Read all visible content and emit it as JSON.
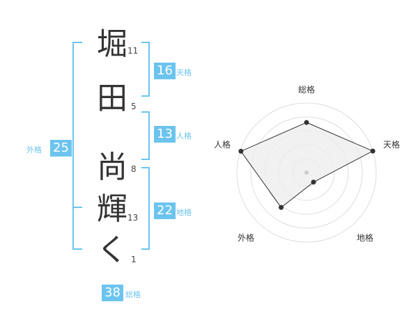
{
  "name_chars": [
    {
      "char": "堀",
      "strokes": "11"
    },
    {
      "char": "田",
      "strokes": "5"
    },
    {
      "char": "尚",
      "strokes": "8"
    },
    {
      "char": "輝",
      "strokes": "13"
    },
    {
      "char": "く",
      "strokes": "1"
    }
  ],
  "fortunes": {
    "tenkaku": {
      "label": "天格",
      "value": "16"
    },
    "jinkaku": {
      "label": "人格",
      "value": "13"
    },
    "chikaku": {
      "label": "地格",
      "value": "22"
    },
    "gaikaku": {
      "label": "外格",
      "value": "25"
    },
    "soukaku": {
      "label": "総格",
      "value": "38"
    }
  },
  "colors": {
    "accent": "#6cc4ee",
    "radar_fill": "#eeeeee",
    "radar_line": "#333333",
    "grid": "#dddddd"
  },
  "chart_data": {
    "type": "radar",
    "axes": [
      "総格",
      "天格",
      "地格",
      "外格",
      "人格"
    ],
    "values": [
      0.72,
      1.0,
      0.17,
      0.62,
      0.99
    ],
    "rings": 5
  }
}
